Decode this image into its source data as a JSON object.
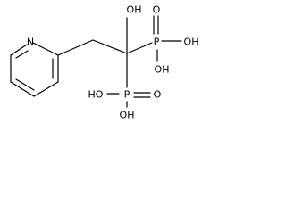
{
  "molecule": {
    "atoms": {
      "ring_n": "N",
      "oh_top": "OH",
      "p_upper": "P",
      "o_upper": "O",
      "oh_upper_right": "OH",
      "oh_upper_bottom": "OH",
      "p_lower": "P",
      "o_lower": "O",
      "oh_lower_left": "HO",
      "oh_lower_bottom": "OH"
    }
  }
}
